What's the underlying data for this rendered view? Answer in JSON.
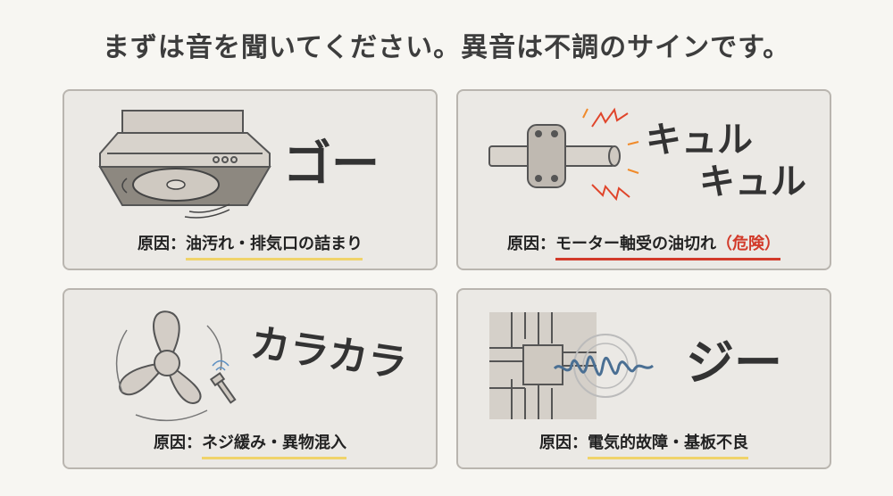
{
  "title": "まずは音を聞いてください。異音は不調のサインです。",
  "cards": [
    {
      "sound": "ゴー",
      "cause_label": "原因：",
      "cause": "油汚れ・排気口の詰まり",
      "icon": "range-hood-fan-icon",
      "underline_color": "#f0d36a"
    },
    {
      "sound": "キュルキュル",
      "sound_line1": "キュル",
      "sound_line2": "キュル",
      "cause_label": "原因：",
      "cause": "モーター軸受の油切れ",
      "warning": "（危険）",
      "icon": "motor-bearing-icon",
      "underline_color": "#d23a2a"
    },
    {
      "sound": "カラカラ",
      "cause_label": "原因：",
      "cause": "ネジ緩み・異物混入",
      "icon": "fan-blade-screw-icon",
      "underline_color": "#f0d36a"
    },
    {
      "sound": "ジー",
      "cause_label": "原因：",
      "cause": "電気的故障・基板不良",
      "icon": "circuit-board-wave-icon",
      "underline_color": "#f0d36a"
    }
  ]
}
